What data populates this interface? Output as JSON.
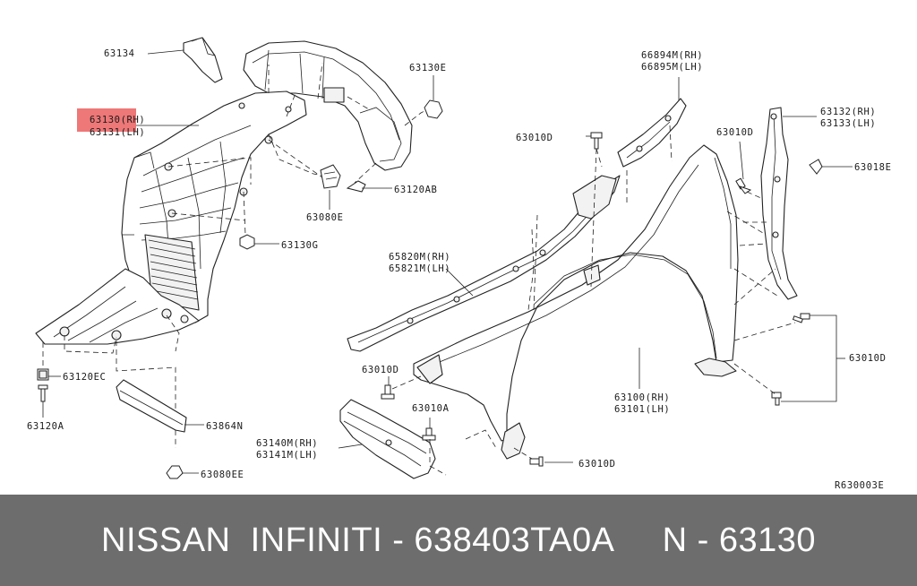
{
  "diagram": {
    "highlight_color": "#ee7777",
    "labels": {
      "p63134": "63134",
      "p63130rh": "63130(RH)",
      "p63131lh": "63131(LH)",
      "p63130e": "63130E",
      "p63010d_a": "63010D",
      "p63010d_b": "63010D",
      "p63010d_c": "63010D",
      "p63010d_d": "63010D",
      "p63010d_e": "63010D",
      "p66894m": "66894M(RH)",
      "p66895m": "66895M(LH)",
      "p63132": "63132(RH)",
      "p63133": "63133(LH)",
      "p63018e": "63018E",
      "p63120ab": "63120AB",
      "p63080e": "63080E",
      "p63130g": "63130G",
      "p65820m": "65820M(RH)",
      "p65821m": "65821M(LH)",
      "p63120ec": "63120EC",
      "p63120a": "63120A",
      "p63864n": "63864N",
      "p63080ee": "63080EE",
      "p63010a": "63010A",
      "p63100": "63100(RH)",
      "p63101": "63101(LH)",
      "p63140m": "63140M(RH)",
      "p63141m": "63141M(LH)",
      "ref_code": "R630003E"
    }
  },
  "banner": {
    "text": "NISSAN  INFINITI - 638403TA0A     N - 63130"
  }
}
